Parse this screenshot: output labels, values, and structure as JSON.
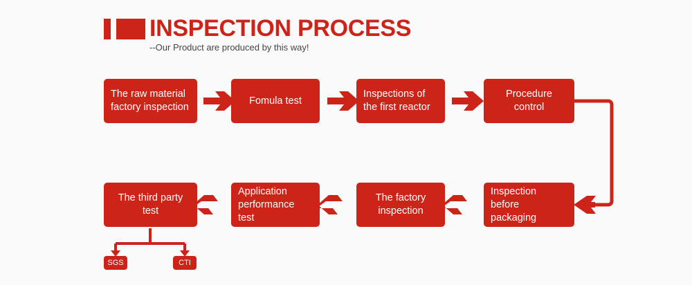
{
  "header": {
    "title": "INSPECTION PROCESS",
    "subtitle": "--Our Product are produced by this way!",
    "accent_color": "#cc2419",
    "subtitle_color": "#444444",
    "background_color": "#fafafa"
  },
  "flow": {
    "row1": [
      {
        "label": "The raw material factory inspection"
      },
      {
        "label": "Fomula test"
      },
      {
        "label": "Inspections of the first reactor"
      },
      {
        "label": "Procedure control"
      }
    ],
    "row2": [
      {
        "label": "Inspection before packaging"
      },
      {
        "label": "The  factory inspection"
      },
      {
        "label": "Application performance test"
      },
      {
        "label": "The third party test"
      }
    ],
    "certifiers": [
      {
        "label": "SGS"
      },
      {
        "label": "CTI"
      }
    ]
  }
}
